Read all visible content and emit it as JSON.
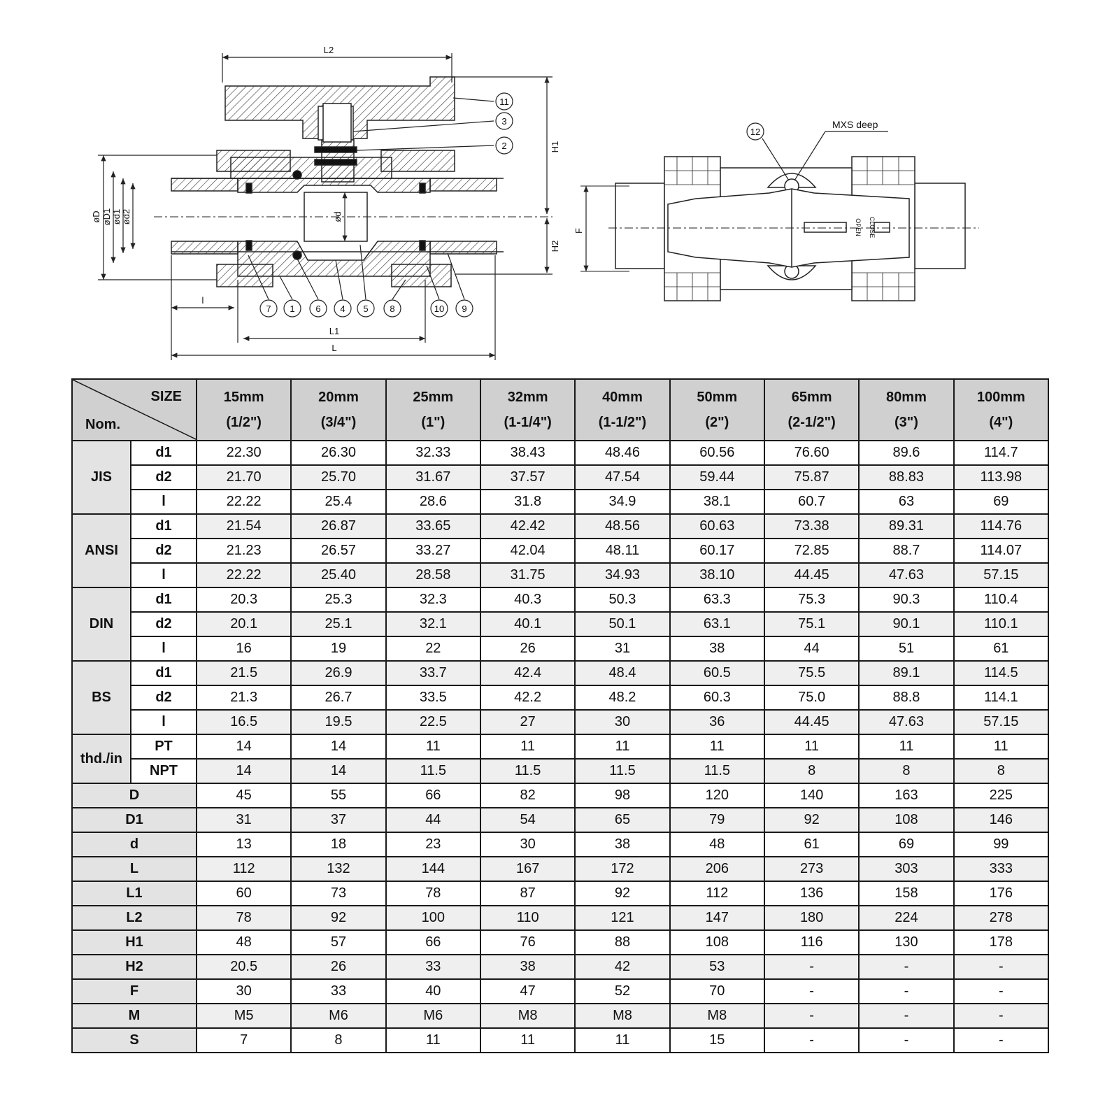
{
  "drawing": {
    "dims": {
      "L2": "L2",
      "H1": "H1",
      "H2": "H2",
      "L": "L",
      "L1": "L1",
      "l": "l",
      "oD": "øD",
      "oD1": "øD1",
      "od1": "ød1",
      "od2": "ød2",
      "od": "ød",
      "F": "F"
    },
    "callouts": [
      "1",
      "2",
      "3",
      "4",
      "5",
      "6",
      "7",
      "8",
      "9",
      "10",
      "11",
      "12"
    ],
    "note": "MXS deep",
    "open": "OPEN",
    "close": "CLOSE"
  },
  "table": {
    "corner": {
      "size": "SIZE",
      "nom": "Nom."
    },
    "sizes": [
      {
        "mm": "15mm",
        "in": "(1/2\")"
      },
      {
        "mm": "20mm",
        "in": "(3/4\")"
      },
      {
        "mm": "25mm",
        "in": "(1\")"
      },
      {
        "mm": "32mm",
        "in": "(1-1/4\")"
      },
      {
        "mm": "40mm",
        "in": "(1-1/2\")"
      },
      {
        "mm": "50mm",
        "in": "(2\")"
      },
      {
        "mm": "65mm",
        "in": "(2-1/2\")"
      },
      {
        "mm": "80mm",
        "in": "(3\")"
      },
      {
        "mm": "100mm",
        "in": "(4\")"
      }
    ],
    "groups": [
      {
        "name": "JIS",
        "rows": [
          {
            "label": "d1",
            "values": [
              "22.30",
              "26.30",
              "32.33",
              "38.43",
              "48.46",
              "60.56",
              "76.60",
              "89.6",
              "114.7"
            ]
          },
          {
            "label": "d2",
            "values": [
              "21.70",
              "25.70",
              "31.67",
              "37.57",
              "47.54",
              "59.44",
              "75.87",
              "88.83",
              "113.98"
            ]
          },
          {
            "label": "l",
            "values": [
              "22.22",
              "25.4",
              "28.6",
              "31.8",
              "34.9",
              "38.1",
              "60.7",
              "63",
              "69"
            ]
          }
        ]
      },
      {
        "name": "ANSI",
        "rows": [
          {
            "label": "d1",
            "values": [
              "21.54",
              "26.87",
              "33.65",
              "42.42",
              "48.56",
              "60.63",
              "73.38",
              "89.31",
              "114.76"
            ]
          },
          {
            "label": "d2",
            "values": [
              "21.23",
              "26.57",
              "33.27",
              "42.04",
              "48.11",
              "60.17",
              "72.85",
              "88.7",
              "114.07"
            ]
          },
          {
            "label": "l",
            "values": [
              "22.22",
              "25.40",
              "28.58",
              "31.75",
              "34.93",
              "38.10",
              "44.45",
              "47.63",
              "57.15"
            ]
          }
        ]
      },
      {
        "name": "DIN",
        "rows": [
          {
            "label": "d1",
            "values": [
              "20.3",
              "25.3",
              "32.3",
              "40.3",
              "50.3",
              "63.3",
              "75.3",
              "90.3",
              "110.4"
            ]
          },
          {
            "label": "d2",
            "values": [
              "20.1",
              "25.1",
              "32.1",
              "40.1",
              "50.1",
              "63.1",
              "75.1",
              "90.1",
              "110.1"
            ]
          },
          {
            "label": "l",
            "values": [
              "16",
              "19",
              "22",
              "26",
              "31",
              "38",
              "44",
              "51",
              "61"
            ]
          }
        ]
      },
      {
        "name": "BS",
        "rows": [
          {
            "label": "d1",
            "values": [
              "21.5",
              "26.9",
              "33.7",
              "42.4",
              "48.4",
              "60.5",
              "75.5",
              "89.1",
              "114.5"
            ]
          },
          {
            "label": "d2",
            "values": [
              "21.3",
              "26.7",
              "33.5",
              "42.2",
              "48.2",
              "60.3",
              "75.0",
              "88.8",
              "114.1"
            ]
          },
          {
            "label": "l",
            "values": [
              "16.5",
              "19.5",
              "22.5",
              "27",
              "30",
              "36",
              "44.45",
              "47.63",
              "57.15"
            ]
          }
        ]
      },
      {
        "name": "thd./in",
        "rows": [
          {
            "label": "PT",
            "values": [
              "14",
              "14",
              "11",
              "11",
              "11",
              "11",
              "11",
              "11",
              "11"
            ]
          },
          {
            "label": "NPT",
            "values": [
              "14",
              "14",
              "11.5",
              "11.5",
              "11.5",
              "11.5",
              "8",
              "8",
              "8"
            ]
          }
        ]
      }
    ],
    "params": [
      {
        "label": "D",
        "values": [
          "45",
          "55",
          "66",
          "82",
          "98",
          "120",
          "140",
          "163",
          "225"
        ]
      },
      {
        "label": "D1",
        "values": [
          "31",
          "37",
          "44",
          "54",
          "65",
          "79",
          "92",
          "108",
          "146"
        ]
      },
      {
        "label": "d",
        "values": [
          "13",
          "18",
          "23",
          "30",
          "38",
          "48",
          "61",
          "69",
          "99"
        ]
      },
      {
        "label": "L",
        "values": [
          "112",
          "132",
          "144",
          "167",
          "172",
          "206",
          "273",
          "303",
          "333"
        ]
      },
      {
        "label": "L1",
        "values": [
          "60",
          "73",
          "78",
          "87",
          "92",
          "112",
          "136",
          "158",
          "176"
        ]
      },
      {
        "label": "L2",
        "values": [
          "78",
          "92",
          "100",
          "110",
          "121",
          "147",
          "180",
          "224",
          "278"
        ]
      },
      {
        "label": "H1",
        "values": [
          "48",
          "57",
          "66",
          "76",
          "88",
          "108",
          "116",
          "130",
          "178"
        ]
      },
      {
        "label": "H2",
        "values": [
          "20.5",
          "26",
          "33",
          "38",
          "42",
          "53",
          "-",
          "-",
          "-"
        ]
      },
      {
        "label": "F",
        "values": [
          "30",
          "33",
          "40",
          "47",
          "52",
          "70",
          "-",
          "-",
          "-"
        ]
      },
      {
        "label": "M",
        "values": [
          "M5",
          "M6",
          "M6",
          "M8",
          "M8",
          "M8",
          "-",
          "-",
          "-"
        ]
      },
      {
        "label": "S",
        "values": [
          "7",
          "8",
          "11",
          "11",
          "11",
          "15",
          "-",
          "-",
          "-"
        ]
      }
    ]
  }
}
